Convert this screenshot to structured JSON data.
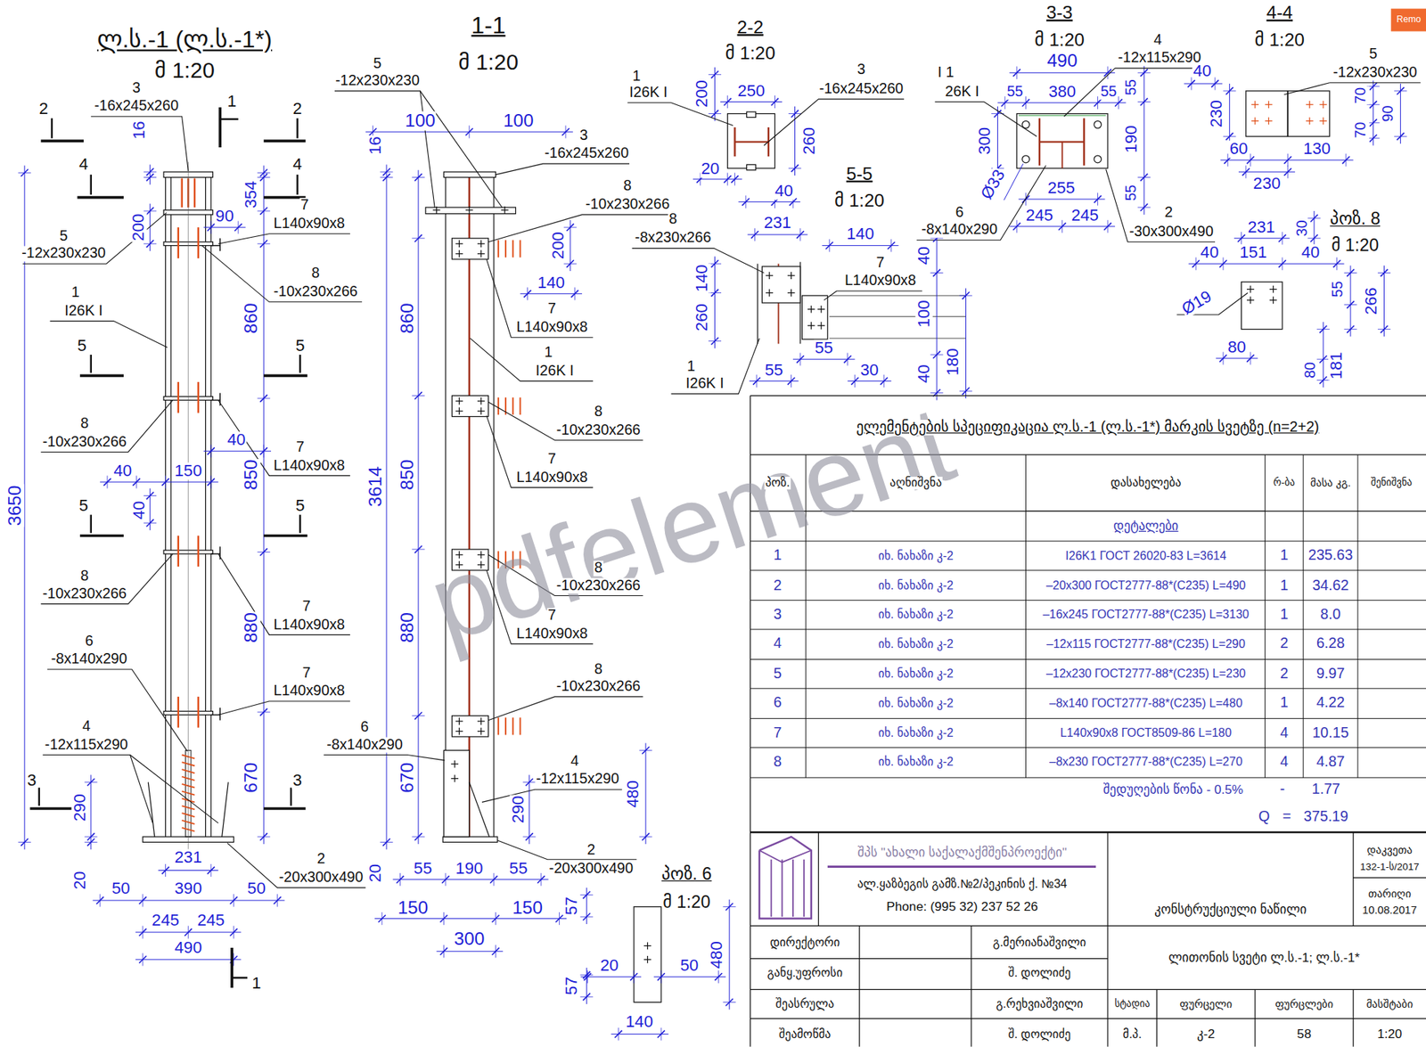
{
  "diagram": {
    "labels": [
      "ლ.ს.-1 (ლ.ს.-1*)",
      "მ 1:20",
      "1-1",
      "მ 1:20",
      "2-2",
      "მ 1:20",
      "3-3",
      "მ 1:20",
      "4-4",
      "მ 1:20",
      "5-5",
      "მ 1:20",
      "პოზ. 8",
      "მ 1:20",
      "პოზ. 6",
      "მ 1:20",
      "3",
      "-16x245x260",
      "2",
      "1",
      "2",
      "4",
      "4",
      "5",
      "-12x230x230",
      "7",
      "L140x90x8",
      "8",
      "-10x230x266",
      "1",
      "I26K I",
      "5",
      "5",
      "8",
      "-10x230x266",
      "7",
      "L140x90x8",
      "5",
      "5",
      "8",
      "-10x230x266",
      "7",
      "L140x90x8",
      "6",
      "-8x140x290",
      "7",
      "L140x90x8",
      "4",
      "-12x115x290",
      "3",
      "3",
      "2",
      "-20x300x490",
      "1",
      "16",
      "3650",
      "354",
      "90",
      "200",
      "860",
      "850",
      "40",
      "40",
      "150",
      "40",
      "880",
      "670",
      "290",
      "20",
      "231",
      "50",
      "390",
      "50",
      "245",
      "245",
      "490",
      "5",
      "-12x230x230",
      "3",
      "-16x245x260",
      "8",
      "-10x230x266",
      "7",
      "L140x90x8",
      "1",
      "I26K I",
      "8",
      "-10x230x266",
      "7",
      "L140x90x8",
      "8",
      "-10x230x266",
      "7",
      "L140x90x8",
      "8",
      "-10x230x266",
      "6",
      "-8x140x290",
      "4",
      "-12x115x290",
      "2",
      "-20x300x490",
      "100",
      "100",
      "16",
      "200",
      "140",
      "860",
      "3614",
      "850",
      "880",
      "670",
      "480",
      "290",
      "20",
      "55",
      "190",
      "55",
      "150",
      "150",
      "300",
      "1",
      "I26K I",
      "3",
      "-16x245x260",
      "200",
      "250",
      "260",
      "20",
      "40",
      "I 1",
      "26K I",
      "490",
      "4",
      "-12x115x290",
      "55",
      "380",
      "55",
      "55",
      "300",
      "190",
      "Ø33",
      "255",
      "245",
      "245",
      "55",
      "6",
      "-8x140x290",
      "2",
      "-30x300x490",
      "5",
      "-12x230x230",
      "40",
      "230",
      "70",
      "70",
      "90",
      "60",
      "130",
      "230",
      "8",
      "-8x230x266",
      "231",
      "140",
      "7",
      "L140x90x8",
      "140",
      "260",
      "40",
      "100",
      "55",
      "180",
      "55",
      "30",
      "40",
      "1",
      "I26K I",
      "231",
      "30",
      "151",
      "40",
      "40",
      "Ø19",
      "55",
      "266",
      "80",
      "80",
      "181",
      "57",
      "20",
      "50",
      "480",
      "57",
      "140",
      "ელემენტების სპეციფიკაცია ლ.ს.-1 (ლ.ს.-1*) მარკის სვეტზე (n=2+2)",
      "პოზ.",
      "აღნიშვნა",
      "დასახელება",
      "რ-ბა",
      "მასა კგ.",
      "შენიშვნა",
      "დეტალები",
      "1",
      "იხ. ნახაზი კ-2",
      "I26K1 ГОСТ 26020-83 L=3614",
      "1",
      "235.63",
      "2",
      "იხ. ნახაზი კ-2",
      "–20x300 ГОСТ2777-88*(C235) L=490",
      "1",
      "34.62",
      "3",
      "იხ. ნახაზი კ-2",
      "–16x245 ГОСТ2777-88*(C235) L=3130",
      "1",
      "8.0",
      "4",
      "იხ. ნახაზი კ-2",
      "–12x115 ГОСТ2777-88*(C235) L=290",
      "2",
      "6.28",
      "5",
      "იხ. ნახაზი კ-2",
      "–12x230 ГОСТ2777-88*(C235) L=230",
      "2",
      "9.97",
      "6",
      "იხ. ნახაზი კ-2",
      "–8x140 ГОСТ2777-88*(C235) L=480",
      "1",
      "4.22",
      "7",
      "იხ. ნახაზი კ-2",
      "L140x90x8 ГОСТ8509-86 L=180",
      "4",
      "10.15",
      "8",
      "იხ. ნახაზი კ-2",
      "–8x230 ГОСТ2777-88*(C235) L=270",
      "4",
      "4.87",
      "შედუღების წონა - 0.5%",
      "-",
      "1.77",
      "Q",
      "=",
      "375.19",
      "შპს \"ახალი საქალაქმშენპროექტი\"",
      "ალ.ყაზბეგის გამზ.№2/პეკინის ქ. №34",
      "Phone: (995 32) 237 52 26",
      "კონსტრუქციული ნაწილი",
      "დაკვეთა",
      "132-1-ს/2017",
      "თარიღი",
      "10.08.2017",
      "დირექტორი",
      "გ.მერიანაშვილი",
      "ლითონის სვეტი ლ.ს.-1; ლ.ს.-1*",
      "განყ.უფროსი",
      "შ. დოლიძე",
      "შეასრულა",
      "გ.რეხვიაშვილი",
      "სტადია",
      "ფურცელი",
      "ფურცლები",
      "მასშტაბი",
      "შეამოწმა",
      "შ. დოლიძე",
      "მ.პ.",
      "კ-2",
      "58",
      "1:20",
      "pdfelement",
      "Remo"
    ]
  }
}
